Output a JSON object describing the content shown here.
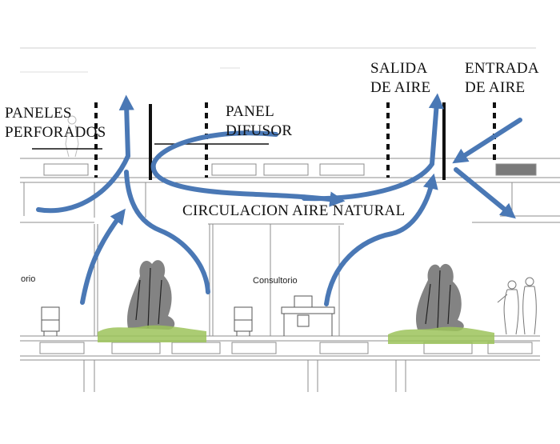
{
  "labels": {
    "paneles_perforados": [
      "PANELES",
      "PERFORADOS"
    ],
    "panel_difusor": [
      "PANEL",
      "DIFUSOR"
    ],
    "salida_aire": [
      "SALIDA",
      "DE AIRE"
    ],
    "entrada_aire": [
      "ENTRADA",
      "DE AIRE"
    ],
    "circulacion": "CIRCULACION AIRE NATURAL",
    "room_left": "orio",
    "room_center": "Consultorio"
  },
  "colors": {
    "arrow": "#4a78b5",
    "line": "#9a9a9a",
    "dark": "#111111",
    "plant_dark": "#3a3a3a",
    "plant_green": "#9cc35a"
  }
}
